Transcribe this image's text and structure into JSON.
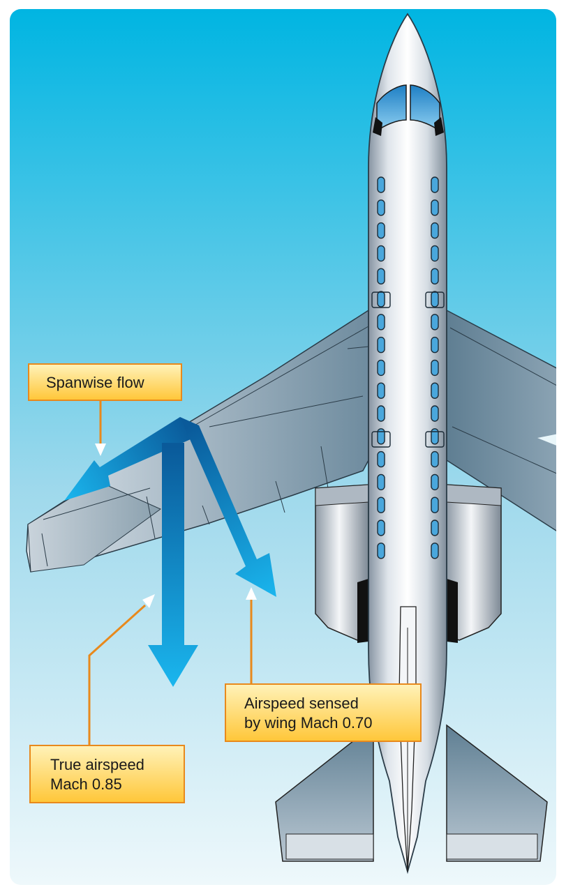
{
  "labels": {
    "spanwise": {
      "line1": "Spanwise flow"
    },
    "true_airspeed": {
      "line1": "True airspeed",
      "line2": "Mach 0.85"
    },
    "sensed_airspeed": {
      "line1": "Airspeed sensed",
      "line2": "by wing Mach 0.70"
    }
  },
  "colors": {
    "sky_top": "#00b5e2",
    "sky_bottom": "#e9f6fa",
    "arrow_light": "#1ab0ea",
    "arrow_dark": "#0a5a9a",
    "leader": "#e8891c",
    "callout_fill": "#ffc73a",
    "fuselage": "#cfd6de",
    "wing": "#7b98aa",
    "window": "#4aa7dc"
  }
}
